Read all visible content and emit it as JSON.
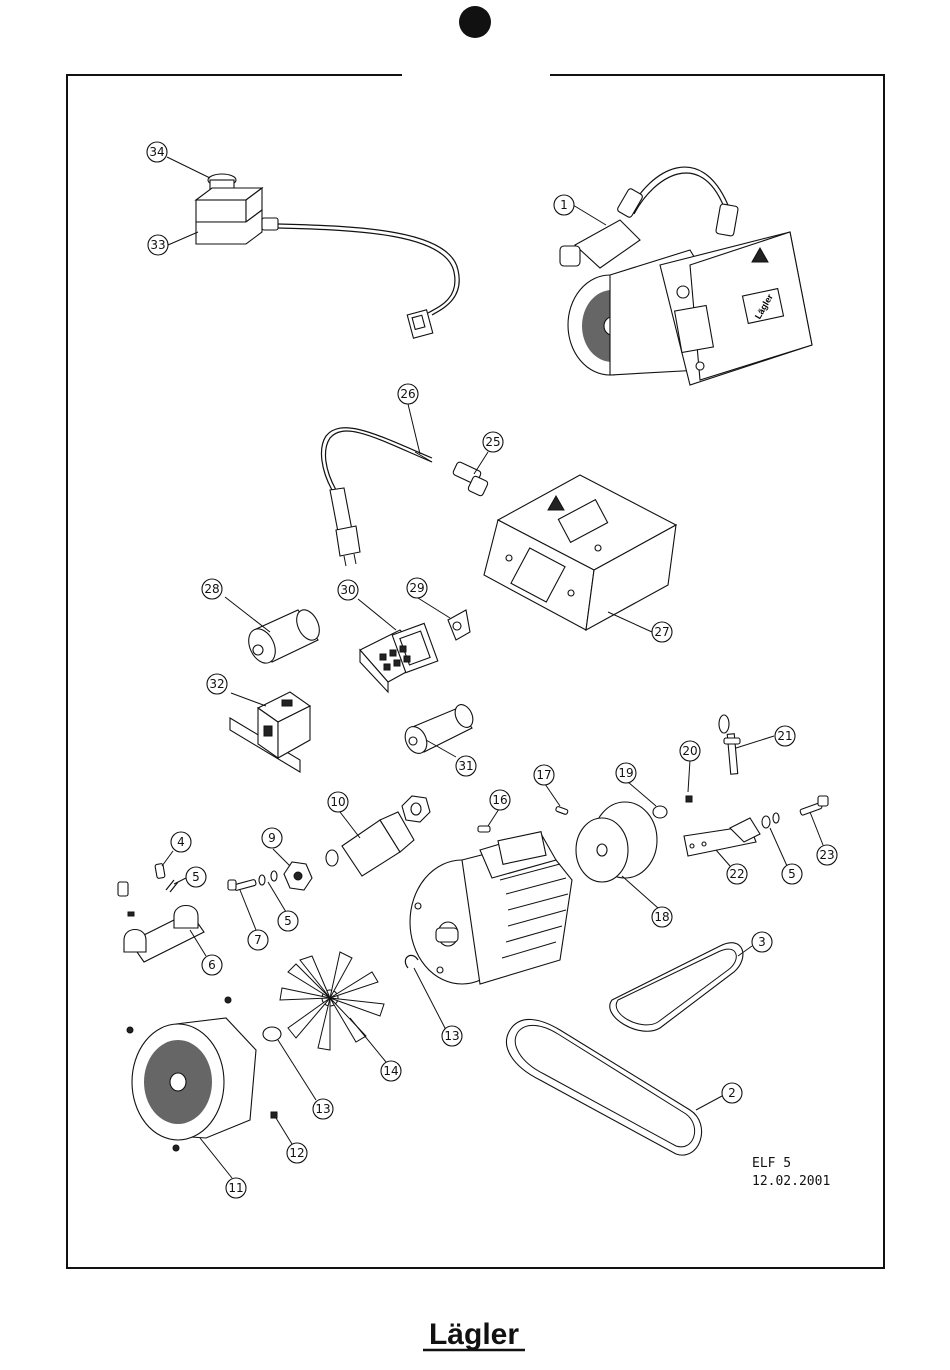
{
  "page": {
    "drawing_id": "ELF 5",
    "drawing_date": "12.02.2001",
    "footer_brand": "Lägler",
    "device_label": "Lägler"
  },
  "callouts": [
    {
      "n": "34"
    },
    {
      "n": "33"
    },
    {
      "n": "1"
    },
    {
      "n": "26"
    },
    {
      "n": "25"
    },
    {
      "n": "27"
    },
    {
      "n": "28"
    },
    {
      "n": "30"
    },
    {
      "n": "29"
    },
    {
      "n": "32"
    },
    {
      "n": "31"
    },
    {
      "n": "21"
    },
    {
      "n": "20"
    },
    {
      "n": "19"
    },
    {
      "n": "17"
    },
    {
      "n": "16"
    },
    {
      "n": "10"
    },
    {
      "n": "9"
    },
    {
      "n": "4"
    },
    {
      "n": "5"
    },
    {
      "n": "7"
    },
    {
      "n": "5"
    },
    {
      "n": "6"
    },
    {
      "n": "18"
    },
    {
      "n": "22"
    },
    {
      "n": "5"
    },
    {
      "n": "23"
    },
    {
      "n": "3"
    },
    {
      "n": "13"
    },
    {
      "n": "14"
    },
    {
      "n": "13"
    },
    {
      "n": "11"
    },
    {
      "n": "12"
    },
    {
      "n": "2"
    }
  ],
  "colors": {
    "ink": "#111111",
    "paper": "#ffffff"
  }
}
